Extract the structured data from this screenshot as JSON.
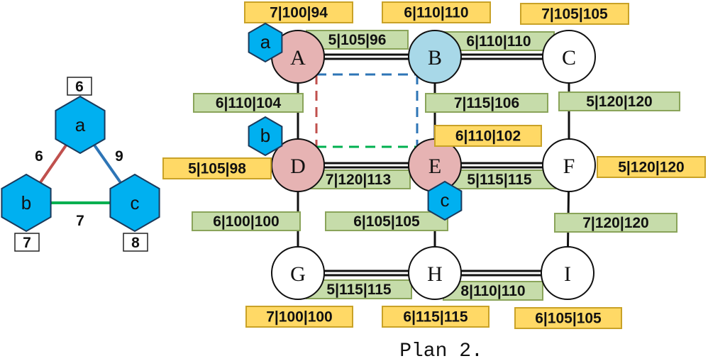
{
  "colors": {
    "hex_fill": "#00b0f0",
    "node_pink": "#e6b3b3",
    "node_blue": "#a8d8e8",
    "node_white": "#ffffff",
    "yellow_fill": "#ffd966",
    "yellow_border": "#c9a227",
    "green_fill": "#c6dcaa",
    "green_border": "#8aa45a",
    "edge_red": "#c0504d",
    "edge_blue": "#2e75b6",
    "edge_green": "#00b050"
  },
  "triangle": {
    "nodes": [
      {
        "id": "a",
        "label": "a",
        "box": "6"
      },
      {
        "id": "b",
        "label": "b",
        "box": "7"
      },
      {
        "id": "c",
        "label": "c",
        "box": "8"
      }
    ],
    "edges": [
      {
        "from": "a",
        "to": "b",
        "weight": "6",
        "color": "#c0504d"
      },
      {
        "from": "a",
        "to": "c",
        "weight": "9",
        "color": "#2e75b6"
      },
      {
        "from": "b",
        "to": "c",
        "weight": "7",
        "color": "#00b050"
      }
    ]
  },
  "grid": {
    "nodes": [
      {
        "id": "A",
        "label": "A",
        "fill": "#e6b3b3",
        "tag": "7|100|94"
      },
      {
        "id": "B",
        "label": "B",
        "fill": "#a8d8e8",
        "tag": "6|110|110"
      },
      {
        "id": "C",
        "label": "C",
        "fill": "#ffffff",
        "tag": "7|105|105"
      },
      {
        "id": "D",
        "label": "D",
        "fill": "#e6b3b3",
        "tag": "5|105|98"
      },
      {
        "id": "E",
        "label": "E",
        "fill": "#e6b3b3",
        "tag": "6|110|102"
      },
      {
        "id": "F",
        "label": "F",
        "fill": "#ffffff",
        "tag": "5|120|120"
      },
      {
        "id": "G",
        "label": "G",
        "fill": "#ffffff",
        "tag": "7|100|100"
      },
      {
        "id": "H",
        "label": "H",
        "fill": "#ffffff",
        "tag": "6|115|115"
      },
      {
        "id": "I",
        "label": "I",
        "fill": "#ffffff",
        "tag": "6|105|105"
      }
    ],
    "edges": [
      {
        "from": "A",
        "to": "B",
        "tag": "5|105|96"
      },
      {
        "from": "B",
        "to": "C",
        "tag": "6|110|110"
      },
      {
        "from": "D",
        "to": "E",
        "tag": "7|120|113"
      },
      {
        "from": "E",
        "to": "F",
        "tag": "5|115|115"
      },
      {
        "from": "G",
        "to": "H",
        "tag": "5|115|115"
      },
      {
        "from": "H",
        "to": "I",
        "tag": "8|110|110"
      },
      {
        "from": "A",
        "to": "D",
        "tag": "6|110|104"
      },
      {
        "from": "B",
        "to": "E",
        "tag": "7|115|106"
      },
      {
        "from": "C",
        "to": "F",
        "tag": "5|120|120"
      },
      {
        "from": "D",
        "to": "G",
        "tag": "6|100|100"
      },
      {
        "from": "E",
        "to": "H",
        "tag": "6|105|105"
      },
      {
        "from": "F",
        "to": "I",
        "tag": "7|120|120"
      }
    ],
    "placements": [
      {
        "hex": "a",
        "node": "A"
      },
      {
        "hex": "b",
        "node": "D"
      },
      {
        "hex": "c",
        "node": "E"
      }
    ]
  },
  "caption": "Plan 2."
}
